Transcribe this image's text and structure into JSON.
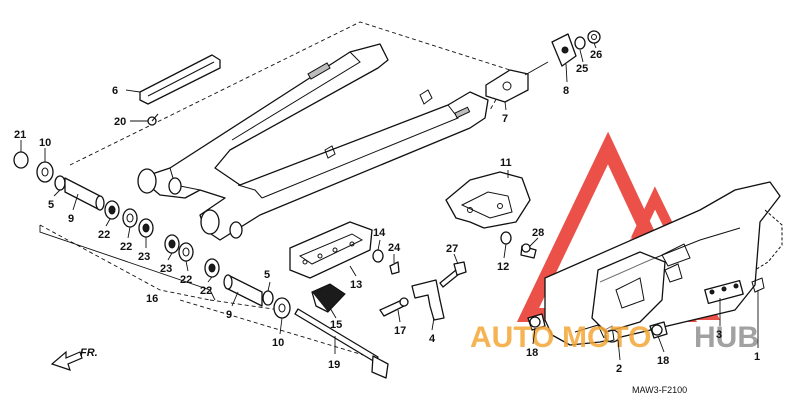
{
  "diagram": {
    "code": "MAW3-F2100",
    "direction_label": "FR.",
    "watermark": {
      "part1": "AUTO",
      "part2": "MOTO",
      "part3": "HUB"
    },
    "colors": {
      "line": "#111111",
      "watermark_red": "#e8332a",
      "watermark_orange": "#f3a635",
      "watermark_grey": "#8a8a8a",
      "background": "#ffffff"
    },
    "part_numbers": {
      "p1": "1",
      "p2": "2",
      "p3": "3",
      "p4": "4",
      "p5a": "5",
      "p5b": "5",
      "p6": "6",
      "p7": "7",
      "p8": "8",
      "p9a": "9",
      "p9b": "9",
      "p10a": "10",
      "p10b": "10",
      "p11": "11",
      "p12": "12",
      "p13": "13",
      "p14": "14",
      "p15": "15",
      "p16": "16",
      "p17": "17",
      "p18a": "18",
      "p18b": "18",
      "p19": "19",
      "p20": "20",
      "p21": "21",
      "p22a": "22",
      "p22b": "22",
      "p22c": "22",
      "p22d": "22",
      "p23a": "23",
      "p23b": "23",
      "p24": "24",
      "p25": "25",
      "p26": "26",
      "p27": "27",
      "p28": "28"
    }
  }
}
